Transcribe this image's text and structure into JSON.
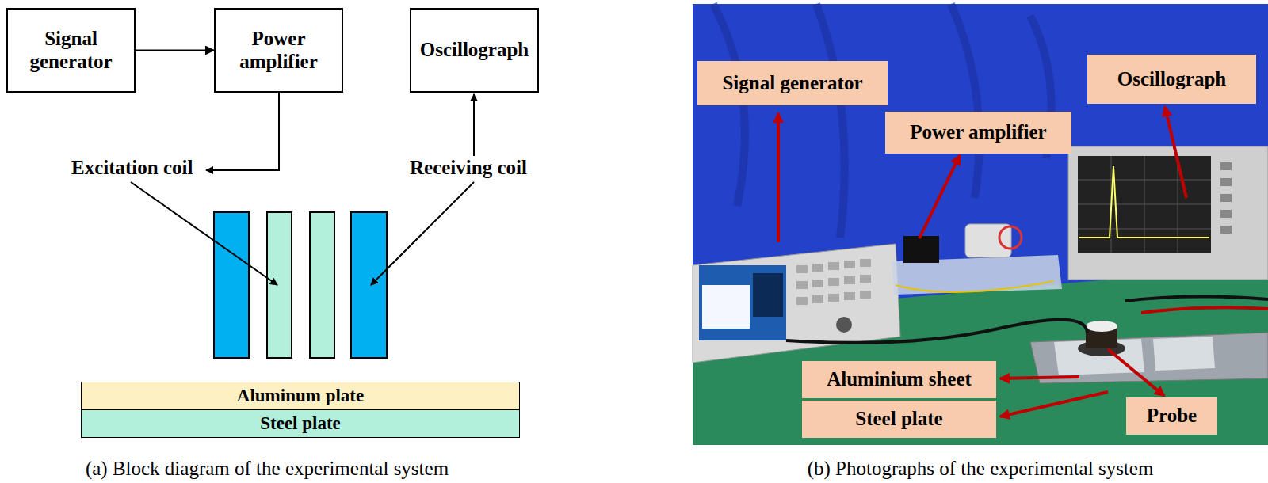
{
  "diagram": {
    "nodes": [
      {
        "text": [
          "Signal generator"
        ]
      },
      {
        "text": [
          "Power amplifier"
        ]
      },
      {
        "text": [
          "Oscillograph"
        ]
      },
      {
        "text": [
          "Aluminum plate"
        ]
      },
      {
        "text": [
          "Steel plate"
        ]
      },
      {
        "text": [
          "Signal generator"
        ]
      },
      {
        "text": [
          "Power amplifier"
        ]
      },
      {
        "text": [
          "Oscillograph"
        ]
      },
      {
        "text": [
          "Aluminium sheet"
        ]
      },
      {
        "text": [
          "Steel plate"
        ]
      },
      {
        "text": [
          "Probe"
        ]
      }
    ],
    "edges": [
      {
        "from": 0,
        "to": 1,
        "arrow": "to"
      }
    ],
    "labels": [
      "Excitation coil",
      "Receiving coil",
      "(a) Block diagram of the experimental system",
      "(b) Photographs of the experimental system"
    ]
  }
}
